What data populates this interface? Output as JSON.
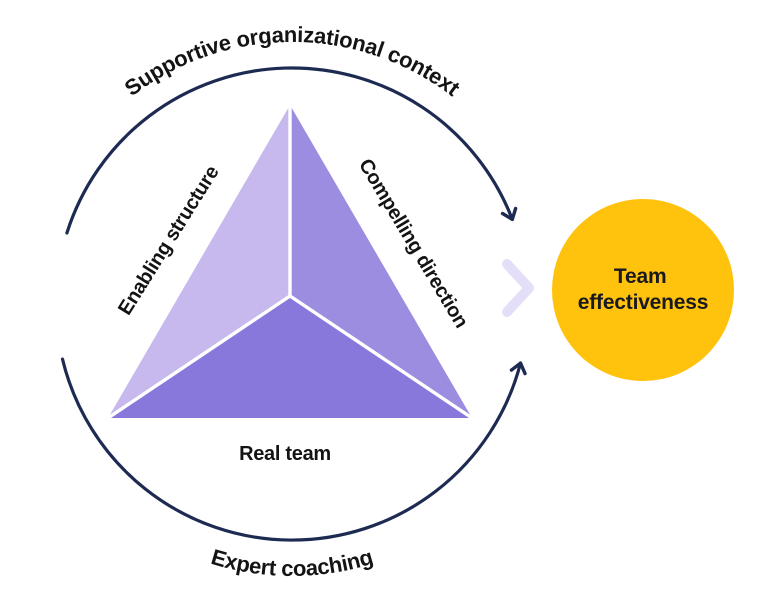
{
  "diagram": {
    "title_arc_top": "Supportive organizational context",
    "title_arc_bottom": "Expert coaching",
    "triangle": {
      "left": {
        "label": "Enabling structure",
        "color": "#C7B9EE"
      },
      "right": {
        "label": "Compelling direction",
        "color": "#9D8DE1"
      },
      "bottom": {
        "label": "Real team",
        "color": "#8978DB"
      }
    },
    "outcome": {
      "label_lines": [
        "Team",
        "effectiveness"
      ]
    },
    "colors": {
      "arc": "#1D2A52",
      "label_text": "#141414",
      "divider": "#FFFFFF",
      "chevron": "#E4DEF8",
      "outcome_circle": "#FFC20D",
      "outcome_text": "#191920"
    }
  }
}
